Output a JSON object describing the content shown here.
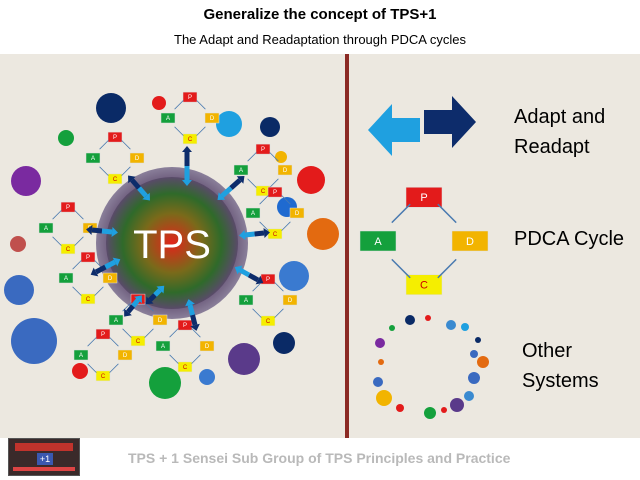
{
  "header": {
    "title": "Generalize the concept of TPS+1",
    "subtitle": "The Adapt and Readaptation through PDCA cycles"
  },
  "center": {
    "label": "TPS"
  },
  "pdca": {
    "p": "P",
    "d": "D",
    "c": "C",
    "a": "A"
  },
  "legend": {
    "adapt_line1": "Adapt and",
    "adapt_line2": "Readapt",
    "pdca_label": "PDCA Cycle",
    "other_line1": "Other",
    "other_line2": "Systems"
  },
  "footer": {
    "text": "TPS + 1 Sensei Sub Group of TPS Principles and Practice",
    "logo_text": "+1"
  },
  "colors": {
    "background": "#ece8e0",
    "divider": "#8b2a24",
    "arrow_dark": "#0d2c6b",
    "arrow_light": "#1fa0e0",
    "p_box": "#e31b1b",
    "d_box": "#f2b400",
    "c_box": "#f5ee00",
    "a_box": "#14a03c"
  }
}
